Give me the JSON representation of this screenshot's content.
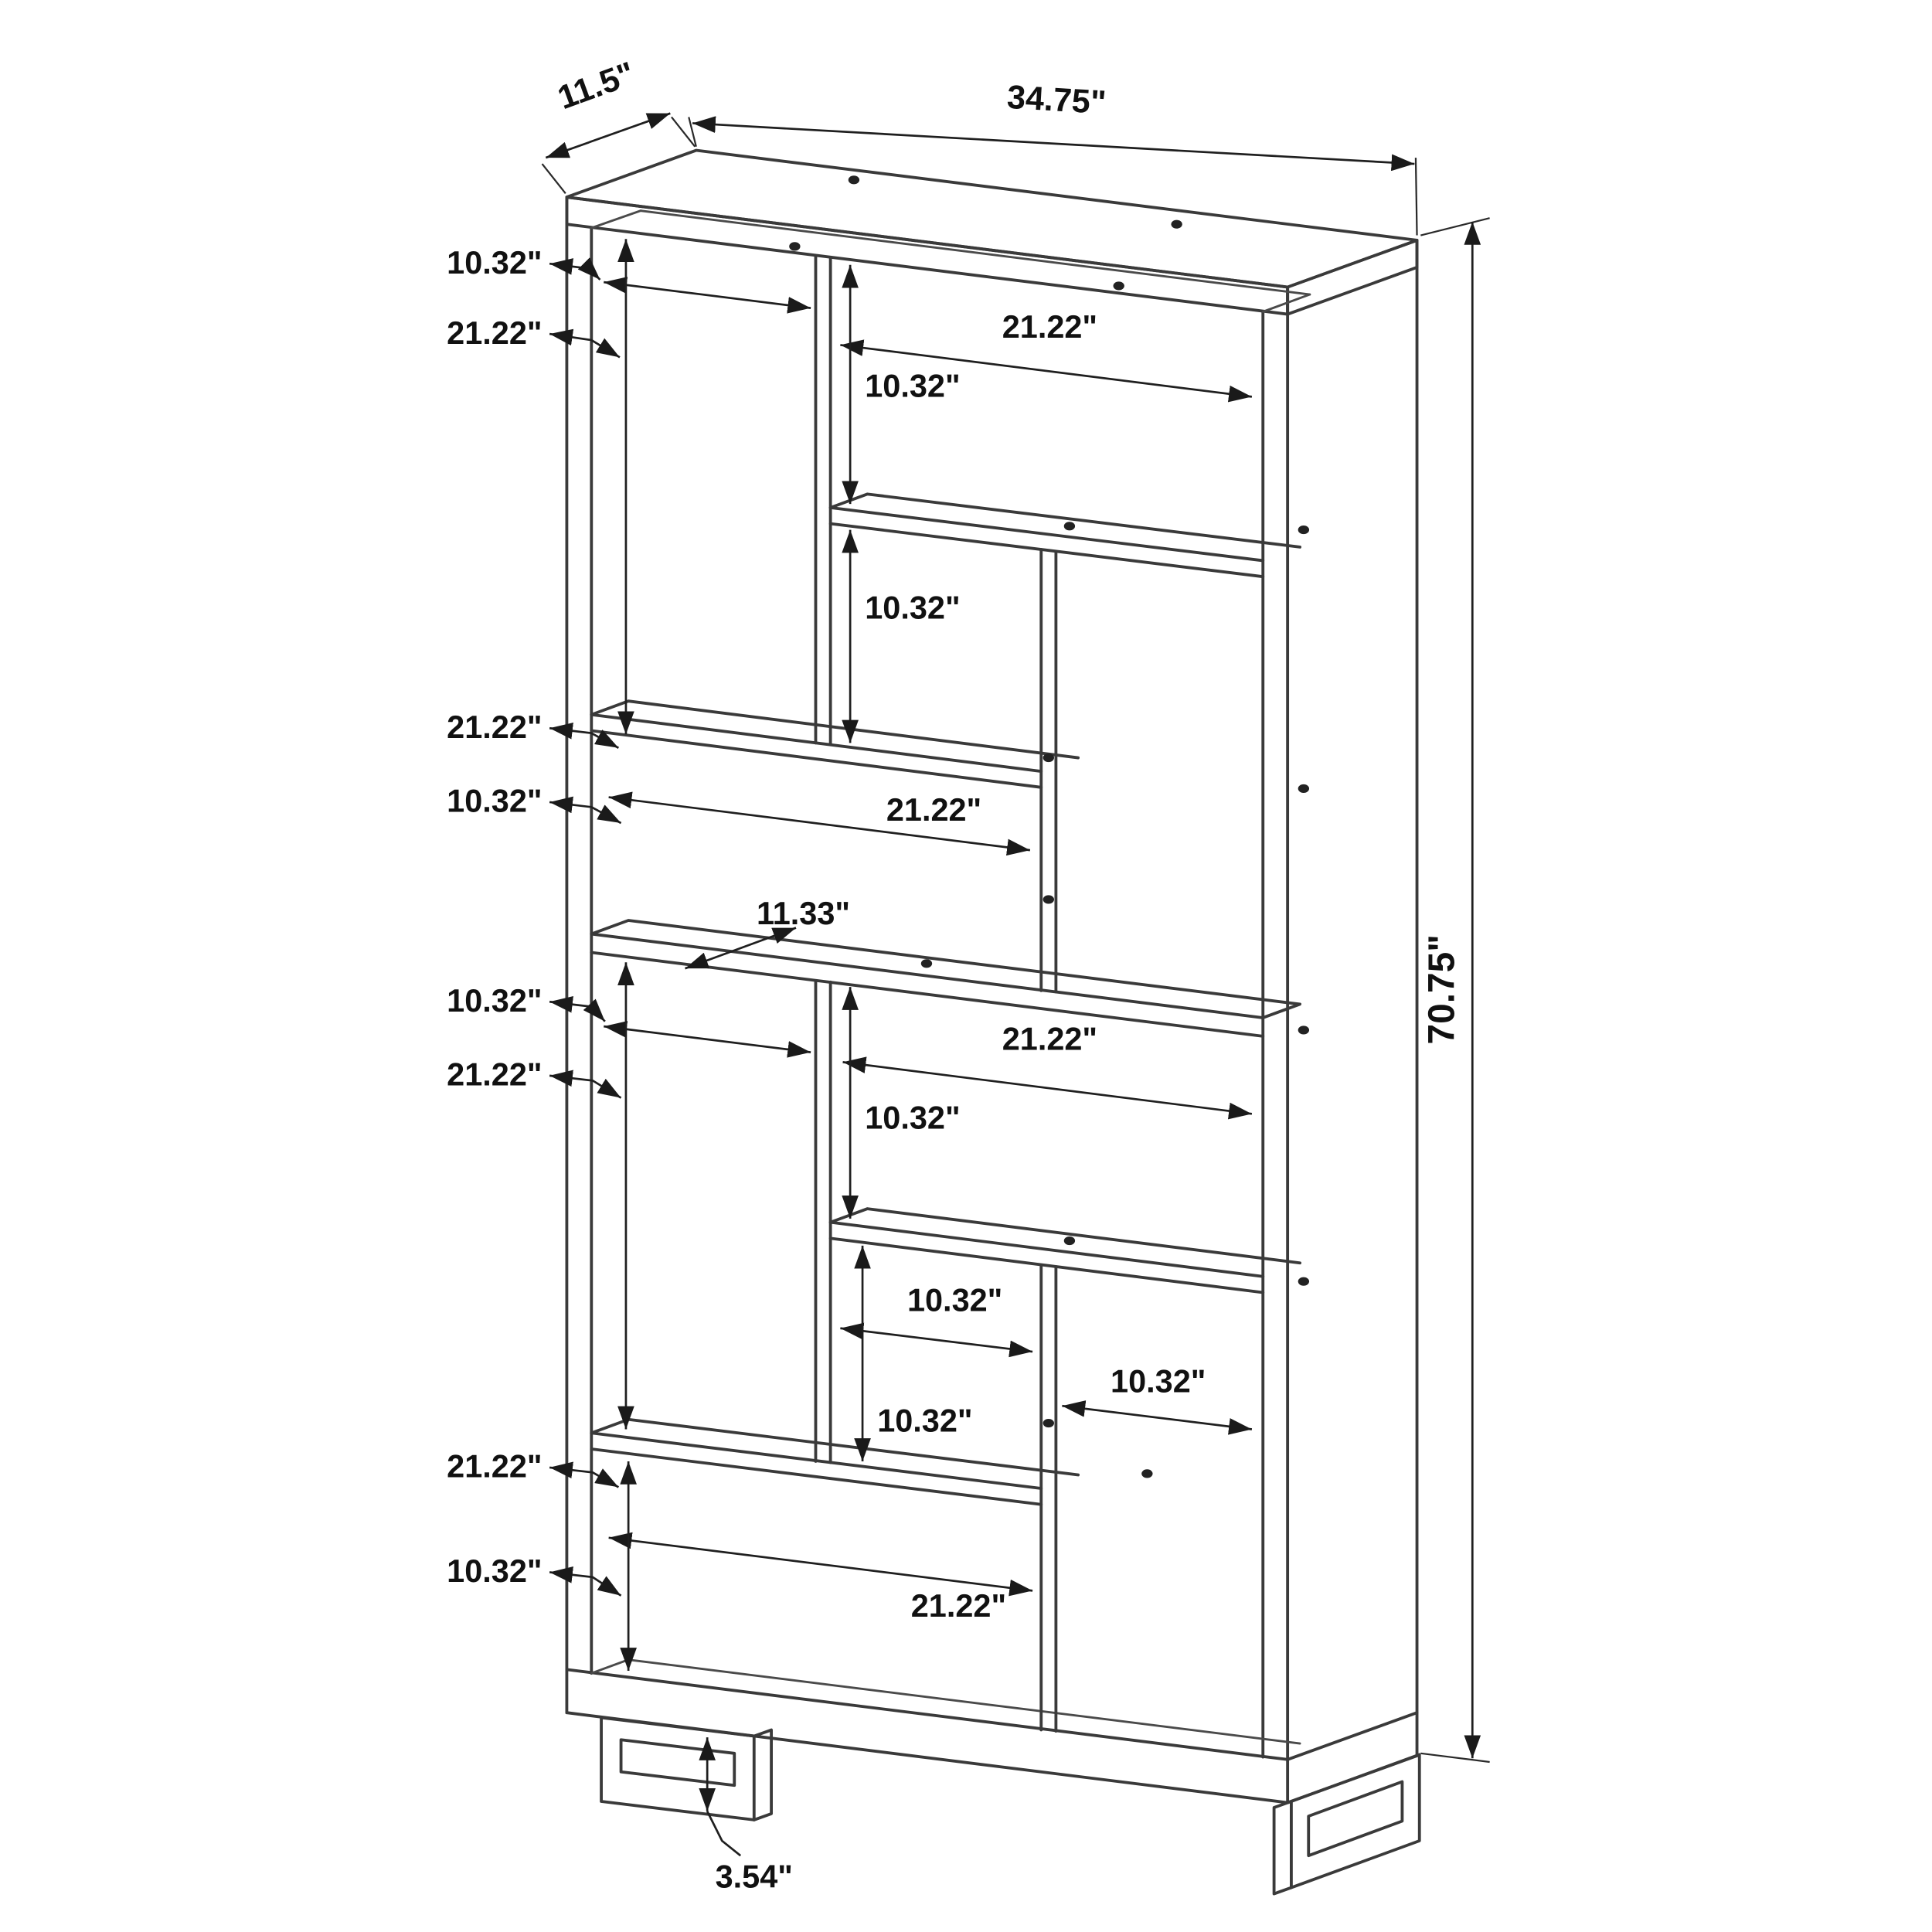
{
  "meta": {
    "figure": "bookcase-dimension-diagram",
    "background": "#ffffff",
    "line_color": "#3a3a3a",
    "text_color": "#111111",
    "units": "inches"
  },
  "annotations": [
    {
      "id": "depth-top",
      "text": "11.5\""
    },
    {
      "id": "width-top",
      "text": "34.75\""
    },
    {
      "id": "top-left-cubby-width",
      "text": "10.32\""
    },
    {
      "id": "top-left-cubby-height",
      "text": "21.22\""
    },
    {
      "id": "top-right-cubby-width",
      "text": "21.22\""
    },
    {
      "id": "top-right-cubby-height",
      "text": "10.32\""
    },
    {
      "id": "second-right-height",
      "text": "10.32\""
    },
    {
      "id": "shelf-b-width",
      "text": "21.22\""
    },
    {
      "id": "mid-left-height",
      "text": "10.32\""
    },
    {
      "id": "mid-cubby-width",
      "text": "21.22\""
    },
    {
      "id": "shelf-depth",
      "text": "11.33\""
    },
    {
      "id": "row4-left-width",
      "text": "10.32\""
    },
    {
      "id": "lower-left-height",
      "text": "21.22\""
    },
    {
      "id": "row4-right-width",
      "text": "21.22\""
    },
    {
      "id": "row4-right-height",
      "text": "10.32\""
    },
    {
      "id": "lower-mid-width",
      "text": "10.32\""
    },
    {
      "id": "lower-right-width",
      "text": "10.32\""
    },
    {
      "id": "lower-mid-height",
      "text": "10.32\""
    },
    {
      "id": "shelf-e-width",
      "text": "21.22\""
    },
    {
      "id": "bottom-cubby-height",
      "text": "10.32\""
    },
    {
      "id": "bottom-cubby-width",
      "text": "21.22\""
    },
    {
      "id": "height-total",
      "text": "70.75\""
    },
    {
      "id": "leg-height",
      "text": "3.54\""
    }
  ]
}
